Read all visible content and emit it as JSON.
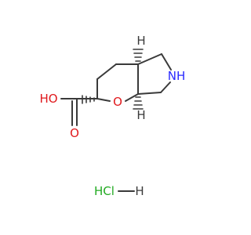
{
  "molecule": {
    "atoms": {
      "H_top": "H",
      "NH": "NH",
      "O_ring": "O",
      "H_bottom": "H",
      "OH": "HO",
      "O_carbonyl": "O",
      "HCl_label": "HCl"
    },
    "colors": {
      "bond": "#3a3a3a",
      "oxygen": "#e0191d",
      "nitrogen": "#2a2aff",
      "chlorine": "#22aa22",
      "hydrogen": "#3a3a3a"
    }
  }
}
